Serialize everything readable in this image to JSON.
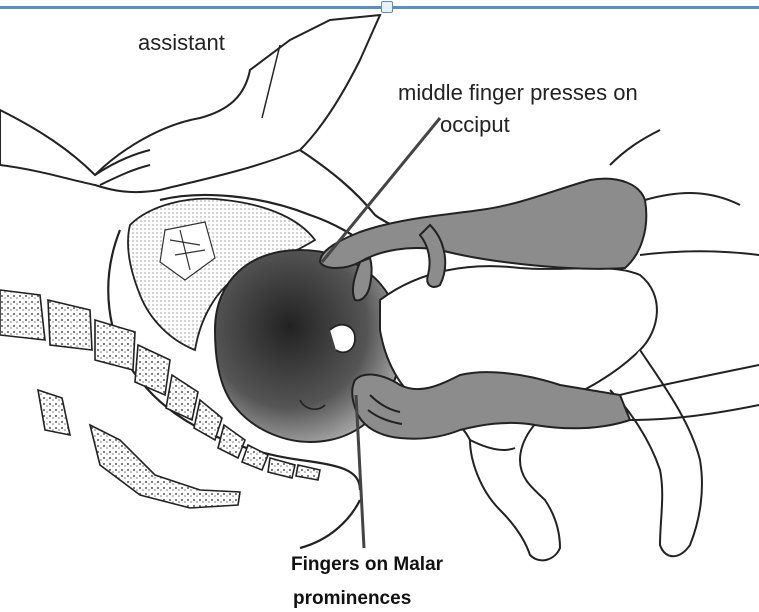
{
  "labels": {
    "assistant": "assistant",
    "middle_line1": "middle finger presses on",
    "middle_line2": "occiput",
    "malar_line1": "Fingers on Malar",
    "malar_line2": "prominences"
  },
  "colors": {
    "frame_line": "#5b8ec9",
    "hand_fill": "#8c8c8c",
    "ink": "#222222"
  }
}
